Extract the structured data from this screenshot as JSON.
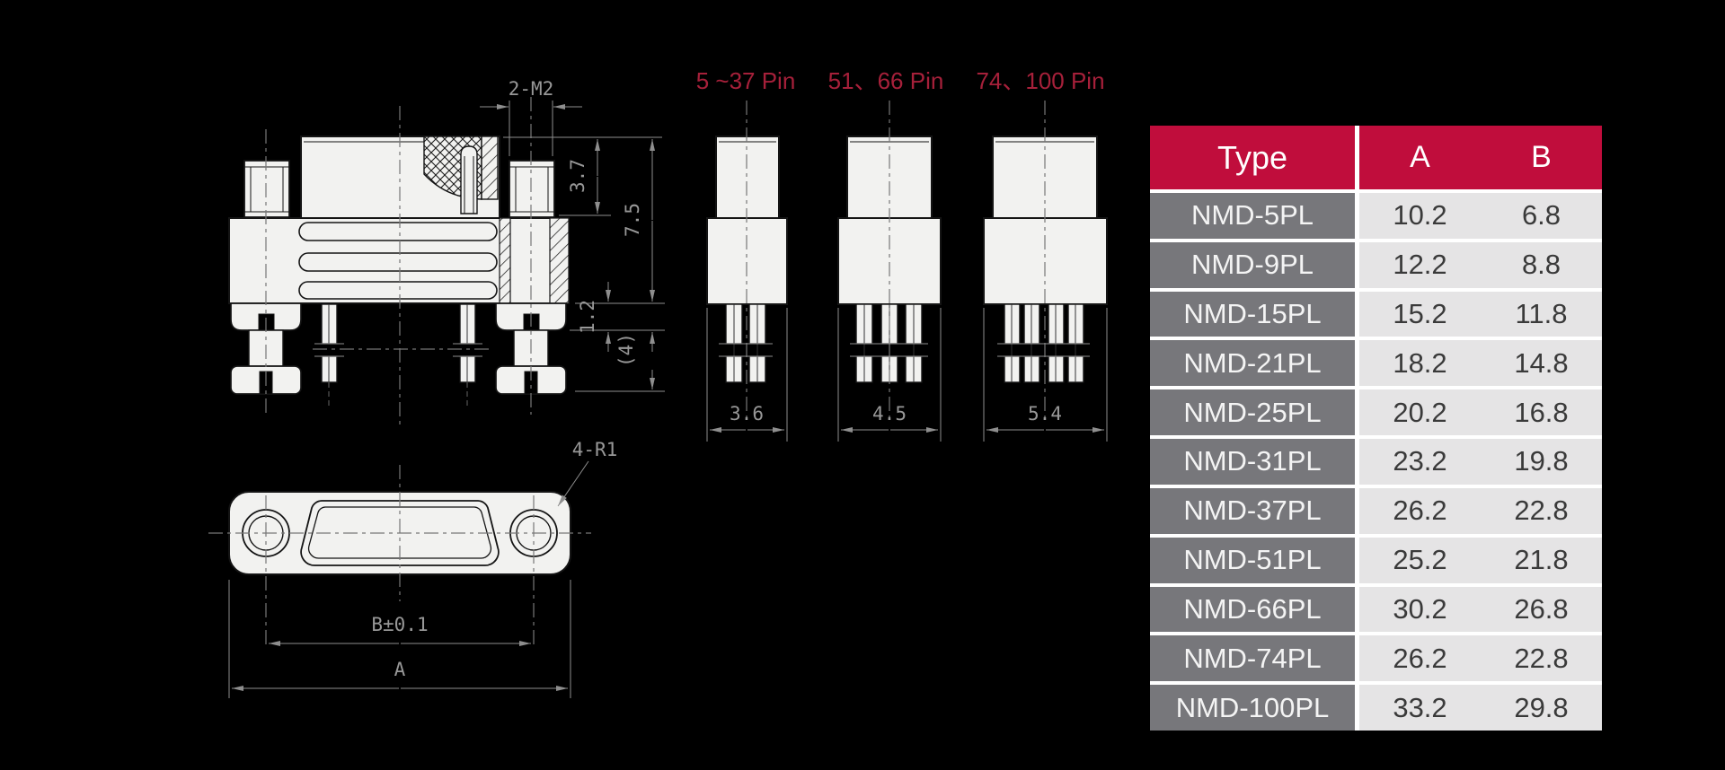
{
  "pin_labels": {
    "small": "5 ~37 Pin",
    "medium": "51、66 Pin",
    "large": "74、100 Pin"
  },
  "drawing": {
    "dims": {
      "top_screws": "2-M2",
      "cap_height": "3.7",
      "total_height": "7.5",
      "flange_height": "1.2",
      "pin_length": "(4)",
      "corner_radius": "4-R1",
      "hole_pitch": "B±0.1",
      "overall_width": "A",
      "pitch_small": "3.6",
      "pitch_medium": "4.5",
      "pitch_large": "5.4"
    },
    "colors": {
      "body_fill": "#F2F2F0",
      "outline": "#141414",
      "dim_line": "#8E8E8E",
      "label_red": "#A6203A"
    }
  },
  "table": {
    "headers": [
      "Type",
      "A",
      "B"
    ],
    "rows": [
      {
        "type": "NMD-5PL",
        "a": "10.2",
        "b": "6.8"
      },
      {
        "type": "NMD-9PL",
        "a": "12.2",
        "b": "8.8"
      },
      {
        "type": "NMD-15PL",
        "a": "15.2",
        "b": "11.8"
      },
      {
        "type": "NMD-21PL",
        "a": "18.2",
        "b": "14.8"
      },
      {
        "type": "NMD-25PL",
        "a": "20.2",
        "b": "16.8"
      },
      {
        "type": "NMD-31PL",
        "a": "23.2",
        "b": "19.8"
      },
      {
        "type": "NMD-37PL",
        "a": "26.2",
        "b": "22.8"
      },
      {
        "type": "NMD-51PL",
        "a": "25.2",
        "b": "21.8"
      },
      {
        "type": "NMD-66PL",
        "a": "30.2",
        "b": "26.8"
      },
      {
        "type": "NMD-74PL",
        "a": "26.2",
        "b": "22.8"
      },
      {
        "type": "NMD-100PL",
        "a": "33.2",
        "b": "29.8"
      }
    ],
    "colors": {
      "header_bg": "#C00D3C",
      "type_bg": "#77777B",
      "value_bg": "#E5E4E5"
    }
  }
}
